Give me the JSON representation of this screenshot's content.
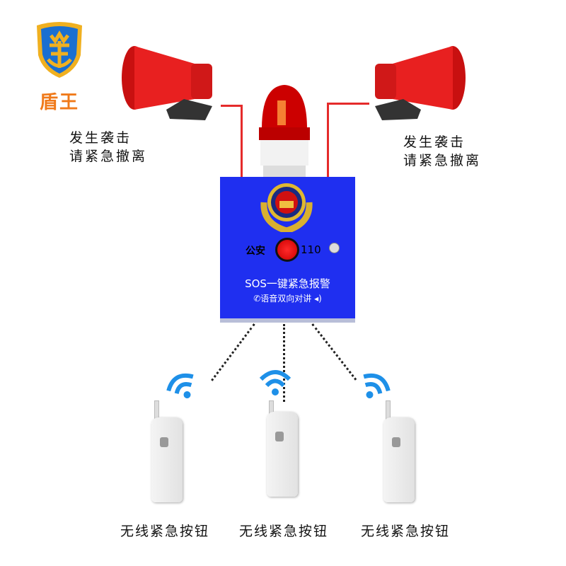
{
  "brand": {
    "name": "盾王",
    "logo_color": "#1a6fd1",
    "accent": "#f07a1a"
  },
  "speakers": {
    "left_caption": [
      "发生袭击",
      "请紧急撤离"
    ],
    "right_caption": [
      "发生袭击",
      "请紧急撤离"
    ]
  },
  "alarm_box": {
    "left_label": "公安",
    "right_label": "110",
    "title": "SOS一键紧急报警",
    "subtitle": "语音双向对讲",
    "color": "#1f2ff0"
  },
  "remotes": [
    {
      "label": "无线紧急按钮"
    },
    {
      "label": "无线紧急按钮"
    },
    {
      "label": "无线紧急按钮"
    }
  ]
}
